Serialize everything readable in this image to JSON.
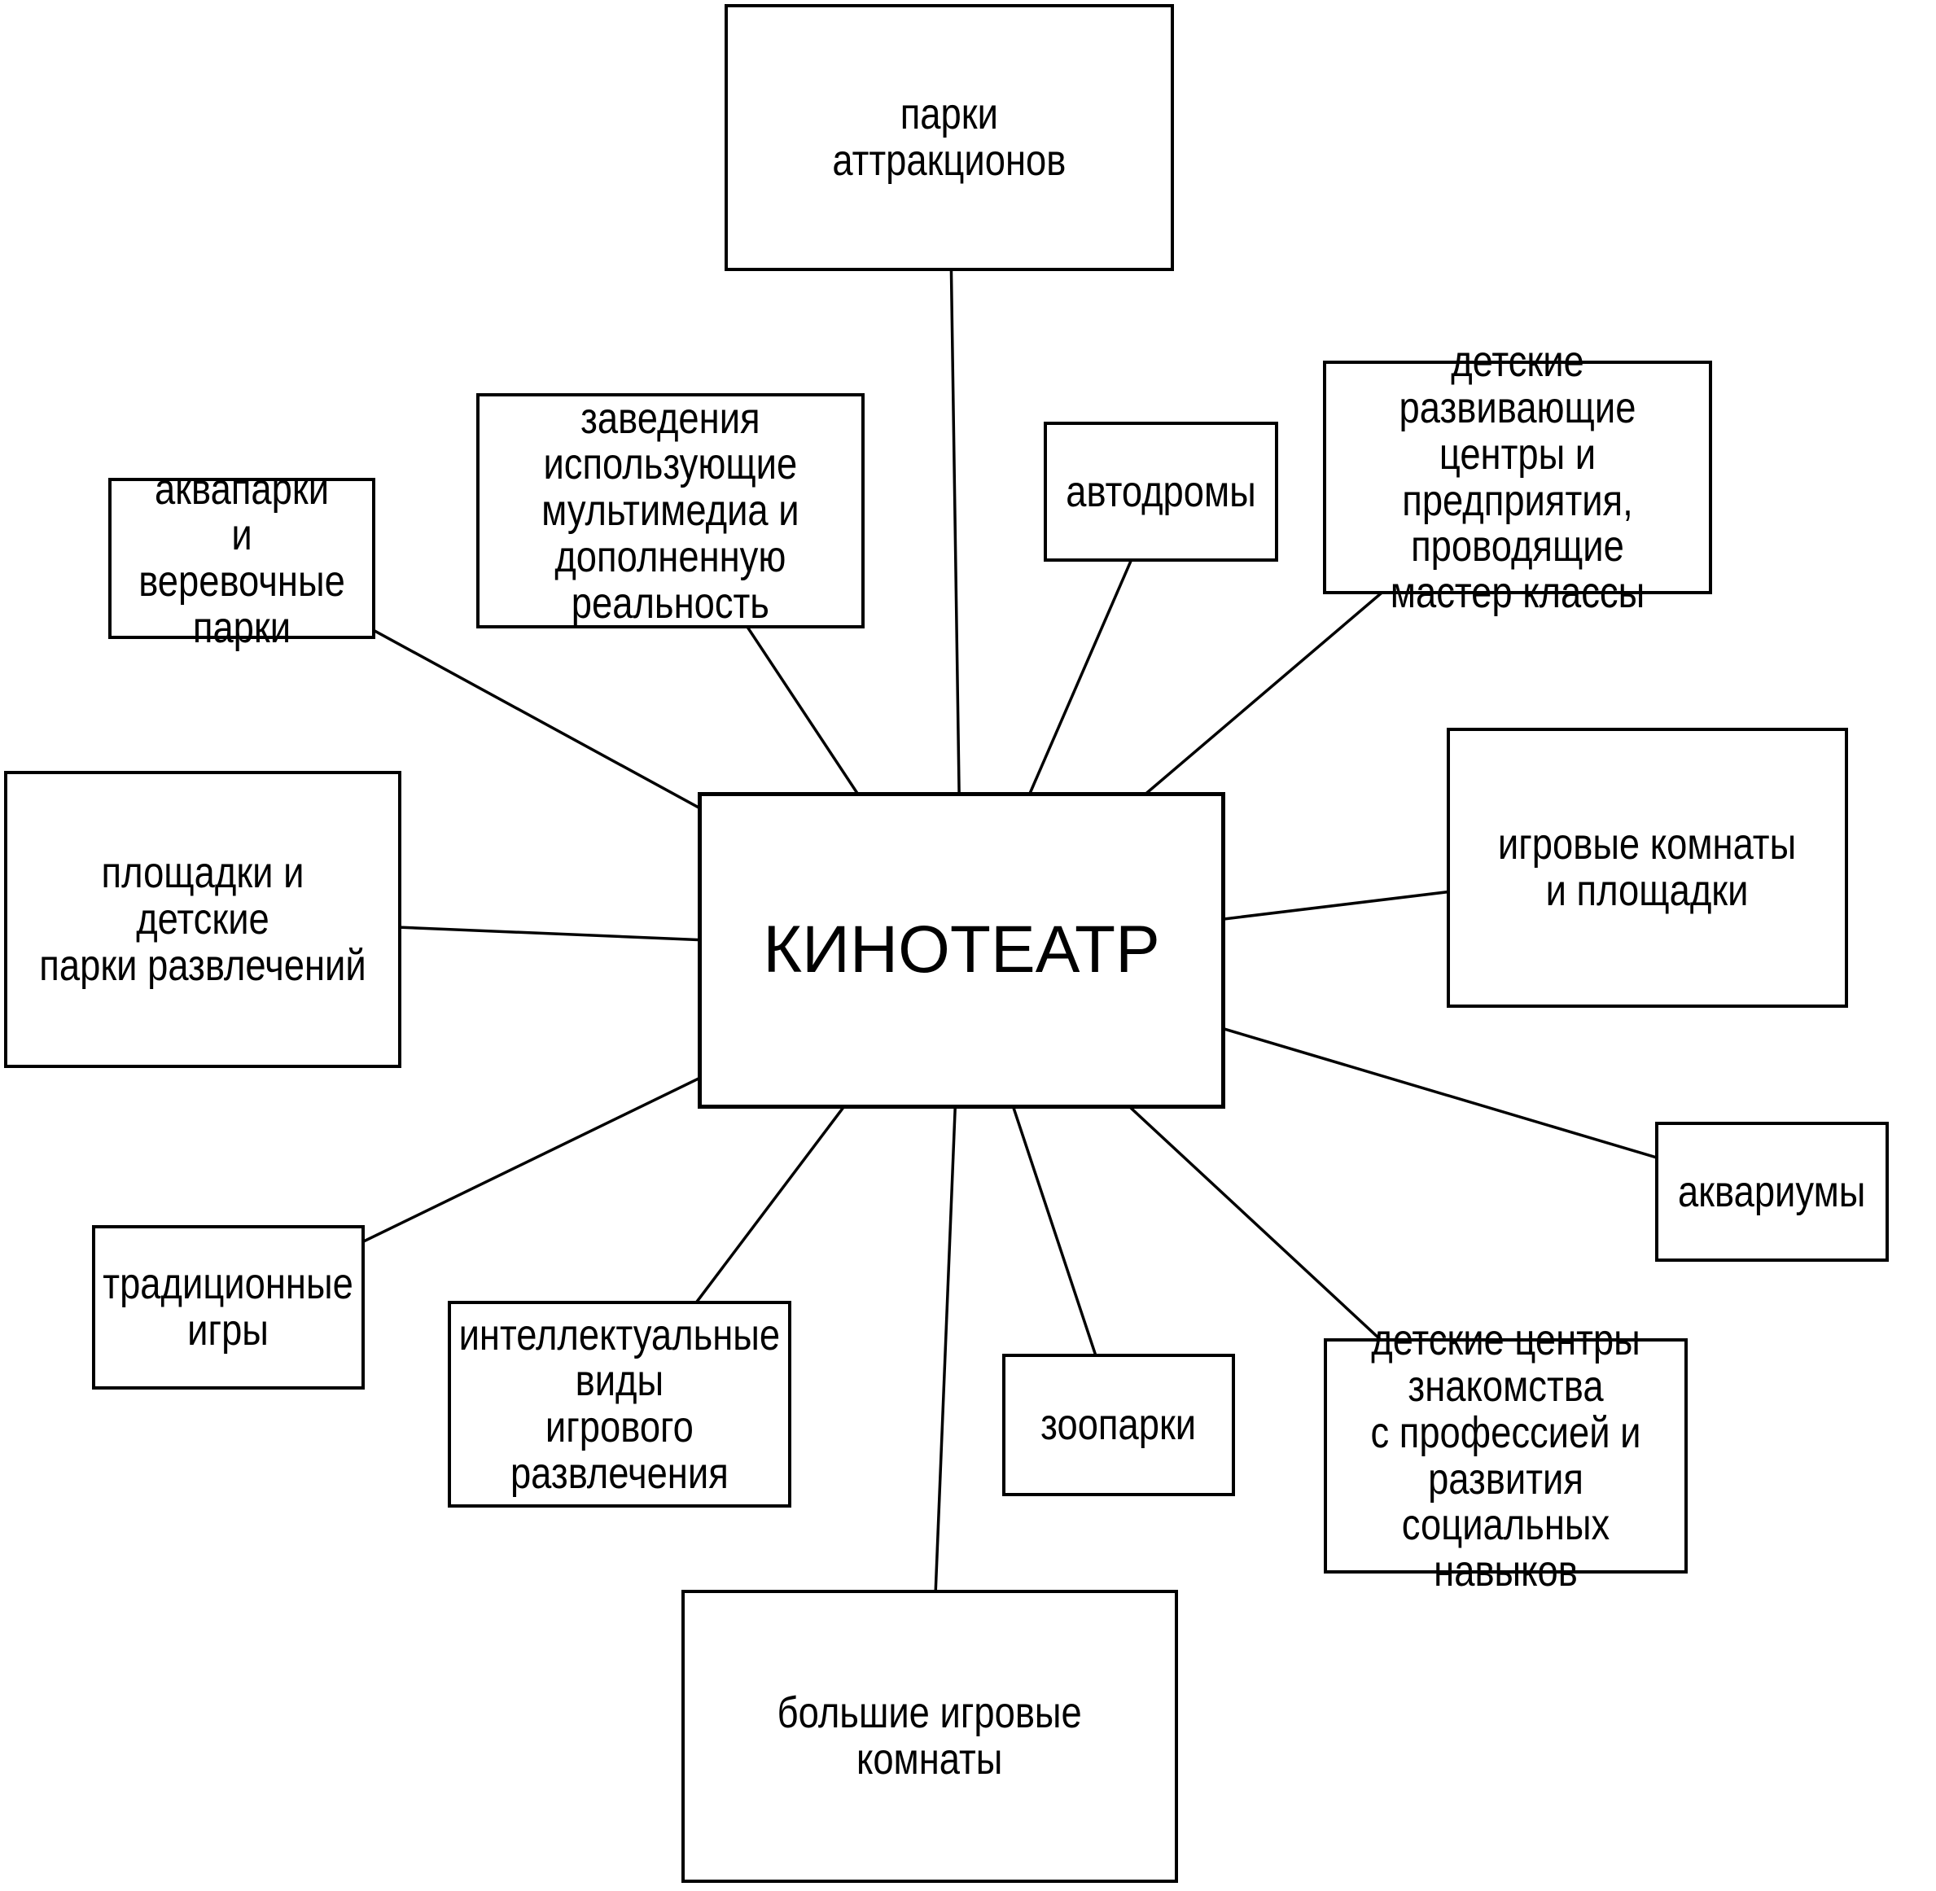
{
  "diagram": {
    "center": {
      "label": "КИНОТЕАТР"
    },
    "nodes": [
      {
        "id": "parki-attrakcionov",
        "label": "парки\nаттракционов"
      },
      {
        "id": "multimedia-ar",
        "label": "заведения\nиспользующие\nмультимедиа и\nдополненную\nреальность"
      },
      {
        "id": "avtodromy",
        "label": "автодромы"
      },
      {
        "id": "detskie-razvivayushchie-tsentry",
        "label": "детские развивающие\nцентры и\nпредприятия,\nпроводящие\nмастер классы"
      },
      {
        "id": "akvaparki",
        "label": "аквапарки\nи веревочные\nпарки"
      },
      {
        "id": "ploshchadki-parki-razvlechenij",
        "label": "площадки и детские\nпарки развлечений"
      },
      {
        "id": "igrovye-komnaty",
        "label": "игровые комнаты\nи площадки"
      },
      {
        "id": "akvariumy",
        "label": "аквариумы"
      },
      {
        "id": "traditsionnye-igry",
        "label": "традиционные\nигры"
      },
      {
        "id": "intellektualnye-vidy",
        "label": "интеллектуальные\nвиды\nигрового\nразвлечения"
      },
      {
        "id": "zooparki",
        "label": "зоопарки"
      },
      {
        "id": "detskie-tsentry-professij",
        "label": "детские центры\nзнакомства\nс профессией и\nразвития\nсоциальных навыков"
      },
      {
        "id": "bolshie-igrovye-komnaty",
        "label": "большие игровые\nкомнаты"
      }
    ],
    "colors": {
      "line": "#000000",
      "box_border": "#000000",
      "box_background": "#ffffff",
      "text": "#000000",
      "page_background": "#ffffff"
    }
  }
}
